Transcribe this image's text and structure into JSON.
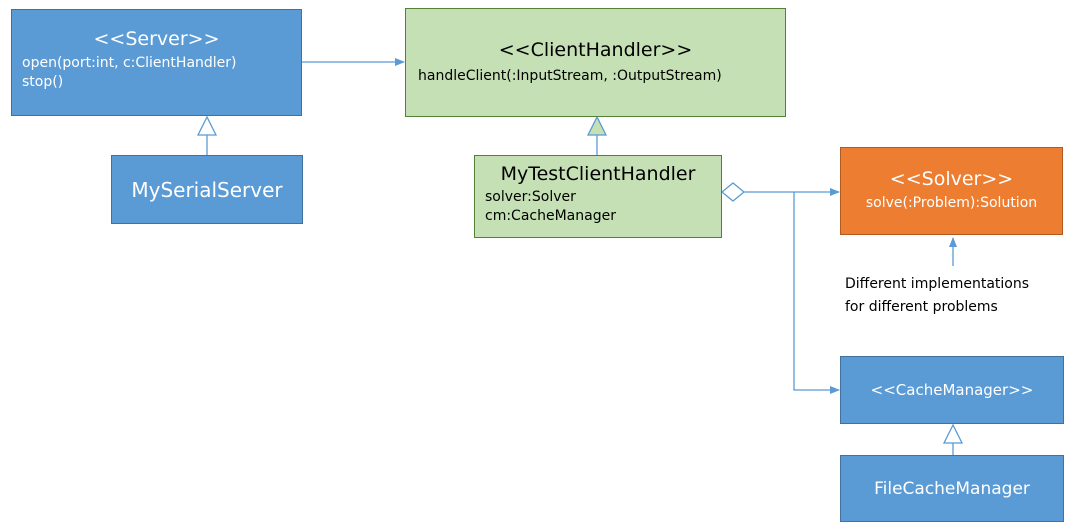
{
  "server": {
    "title": "<<Server>>",
    "methods": [
      "open(port:int, c:ClientHandler)",
      "stop()"
    ]
  },
  "my_serial_server": {
    "title": "MySerialServer"
  },
  "client_handler": {
    "title": "<<ClientHandler>>",
    "methods": [
      "handleClient(:InputStream, :OutputStream)"
    ]
  },
  "my_test_client_handler": {
    "title": "MyTestClientHandler",
    "fields": [
      "solver:Solver",
      "cm:CacheManager"
    ]
  },
  "solver": {
    "title": "<<Solver>>",
    "methods": [
      "solve(:Problem):Solution"
    ]
  },
  "note": {
    "lines": [
      "Different implementations",
      "for different problems"
    ]
  },
  "cache_manager": {
    "title": "<<CacheManager>>"
  },
  "file_cache_manager": {
    "title": "FileCacheManager"
  },
  "colors": {
    "interface_blue": "#5b9bd5",
    "handler_green": "#c5e0b4",
    "solver_orange": "#ed7d31",
    "connector": "#5b9bd5"
  }
}
